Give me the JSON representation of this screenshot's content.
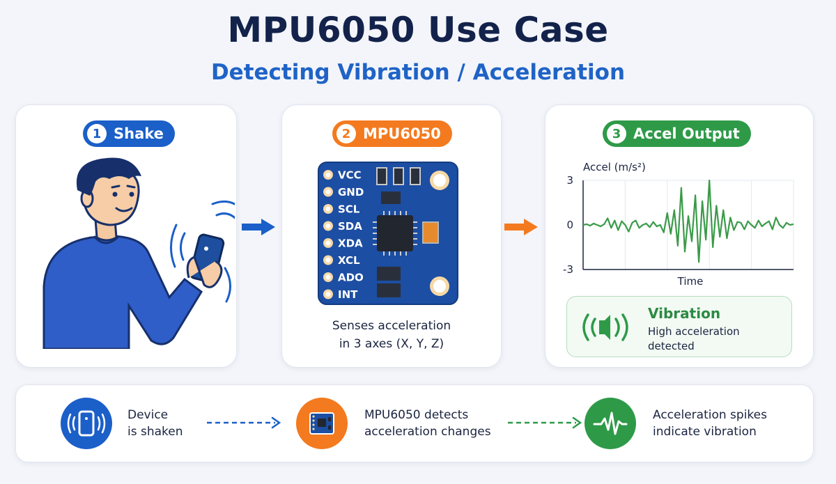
{
  "title": "MPU6050 Use Case",
  "subtitle": "Detecting Vibration / Acceleration",
  "colors": {
    "blue": "#1b5fc8",
    "orange": "#f47a1f",
    "green": "#2e9a48",
    "navy": "#13224a"
  },
  "steps": [
    {
      "num": "1",
      "label": "Shake"
    },
    {
      "num": "2",
      "label": "MPU6050"
    },
    {
      "num": "3",
      "label": "Accel Output"
    }
  ],
  "sensor": {
    "pins": [
      "VCC",
      "GND",
      "SCL",
      "SDA",
      "XDA",
      "XCL",
      "ADO",
      "INT"
    ],
    "caption_line1": "Senses acceleration",
    "caption_line2": "in 3 axes (X, Y, Z)"
  },
  "chart_data": {
    "type": "line",
    "ylabel": "Accel (m/s²)",
    "xlabel": "Time",
    "yticks": [
      "3",
      "0",
      "-3"
    ],
    "ylim": [
      -3,
      3
    ],
    "grid": true,
    "series": [
      {
        "values": [
          0,
          0.05,
          -0.05,
          0.1,
          0,
          -0.1,
          0.05,
          0.45,
          -0.2,
          0.3,
          -0.35,
          0.25,
          0,
          -0.45,
          0.15,
          0.3,
          -0.2,
          0,
          0.1,
          -0.15,
          0.2,
          -0.1,
          0,
          -0.5,
          0.8,
          -0.6,
          1.0,
          -1.4,
          2.5,
          -1.8,
          0.6,
          -1.1,
          2.0,
          -2.5,
          1.6,
          -1.0,
          3.0,
          -1.5,
          1.3,
          -0.8,
          1.0,
          -0.9,
          0.5,
          -0.35,
          0.2,
          0.15,
          -0.3,
          0.25,
          0,
          -0.2,
          0.3,
          -0.1,
          0.1,
          0.25,
          -0.3,
          0.5,
          0,
          -0.2,
          0.15,
          0,
          0.05
        ]
      }
    ]
  },
  "vibration": {
    "title": "Vibration",
    "line1": "High acceleration",
    "line2": "detected"
  },
  "flow": [
    {
      "line1": "Device",
      "line2": "is shaken"
    },
    {
      "line1": "MPU6050 detects",
      "line2": "acceleration changes"
    },
    {
      "line1": "Acceleration spikes",
      "line2": "indicate vibration"
    }
  ]
}
